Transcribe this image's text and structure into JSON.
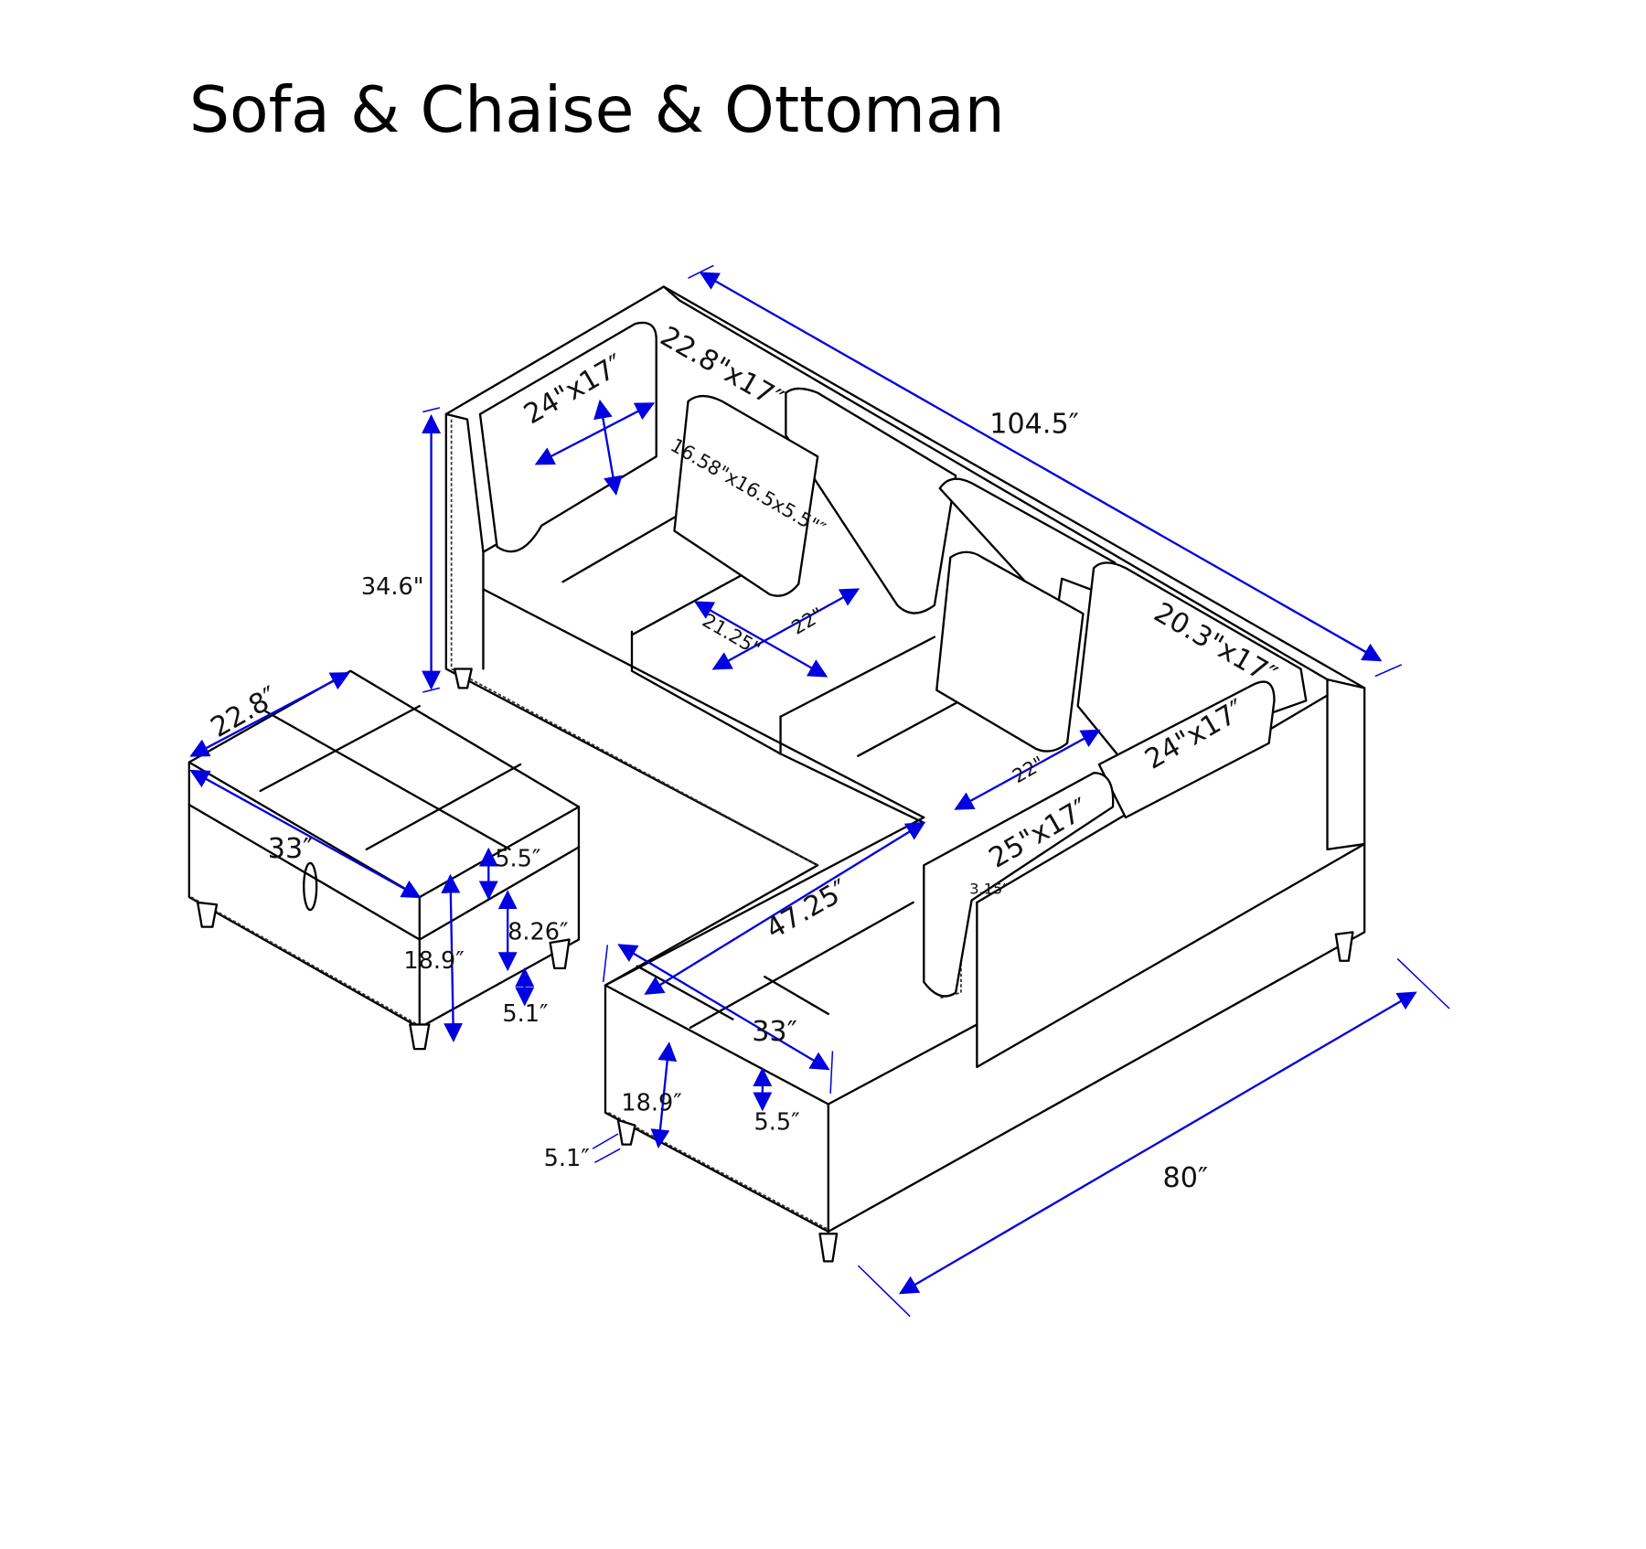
{
  "title": "Sofa & Chaise & Ottoman",
  "colors": {
    "dimension": "#0000e0",
    "line": "#000000",
    "background": "#ffffff"
  },
  "sofa_dimensions": {
    "overall_length": "104.5″",
    "height": "34.6\"",
    "left_back_pillow": "24\"x17″",
    "corner_back_pillow": "22.8\"x17″",
    "throw_pillow": "16.58\"x16.5x5.5\"″",
    "seat_depth": "21.25\"",
    "seat_width": "22\"",
    "right_back_pillow": "20.3\"x17″",
    "chaise_back_pillow_rear": "24\"x17″",
    "chaise_seat_width": "22\"",
    "chaise_back_pillow_front": "25\"x17″",
    "arm_width": "3.15″",
    "chaise_length": "47.25″",
    "chaise_width": "33″",
    "chaise_height": "18.9″",
    "chaise_cushion": "5.5″",
    "chaise_leg": "5.1″",
    "overall_depth": "80″"
  },
  "ottoman_dimensions": {
    "depth": "22.8″",
    "length": "33″",
    "cushion": "5.5″",
    "box": "8.26″",
    "height": "18.9″",
    "leg": "5.1″"
  }
}
